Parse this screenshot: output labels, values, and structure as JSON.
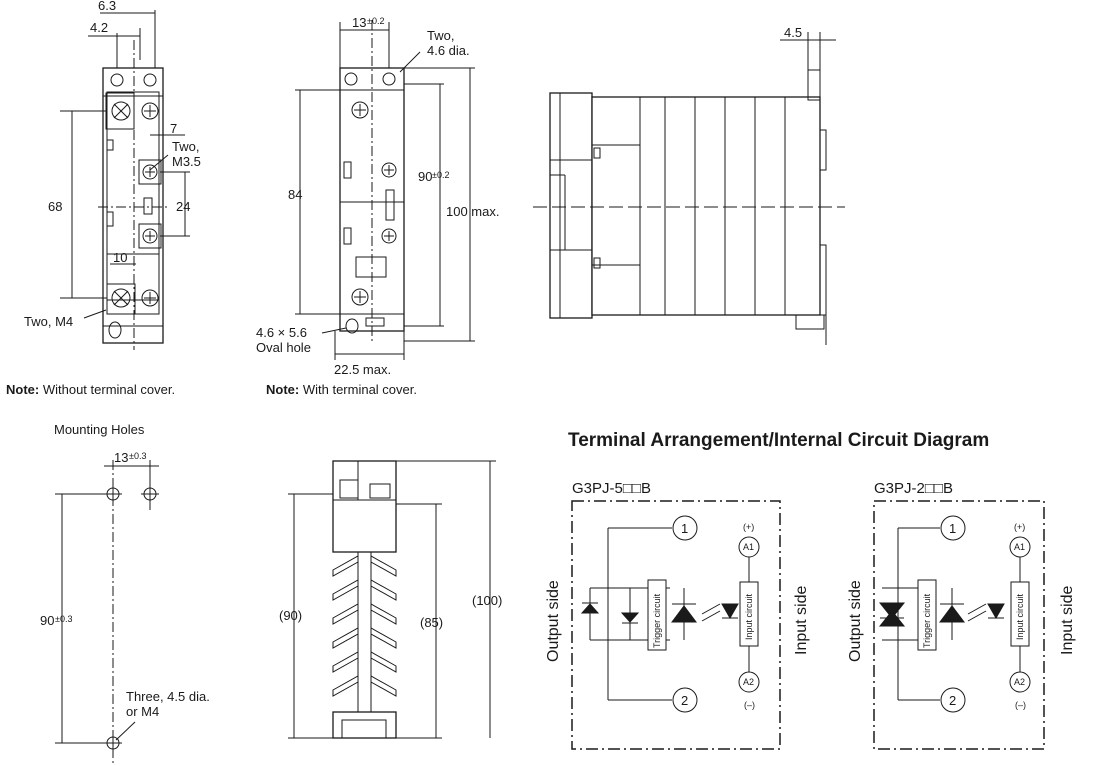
{
  "dims": {
    "d6_3": "6.3",
    "d4_2": "4.2",
    "d7": "7",
    "two_m35_a": "Two,",
    "two_m35_b": "M3.5",
    "d68": "68",
    "d24": "24",
    "d10": "10",
    "two_m4": "Two, M4",
    "d13": "13",
    "tol_02": "±0.2",
    "two_dia_a": "Two,",
    "two_dia_b": "4.6 dia.",
    "d84": "84",
    "d90": "90",
    "d100max": "100 max.",
    "oval_a": "4.6 × 5.6",
    "oval_b": "Oval hole",
    "d22_5max": "22.5 max.",
    "d4_5": "4.5",
    "mh_title": "Mounting Holes",
    "tol_03": "±0.3",
    "three_a": "Three, 4.5 dia.",
    "three_b": "or M4",
    "p90": "(90)",
    "p85": "(85)",
    "p100": "(100)"
  },
  "notes": {
    "bold": "Note:",
    "without": "Without terminal cover.",
    "with": "With terminal cover."
  },
  "circuit": {
    "title": "Terminal Arrangement/Internal Circuit Diagram",
    "left_model": "G3PJ-5□□B",
    "right_model": "G3PJ-2□□B",
    "output_side": "Output side",
    "input_side": "Input side",
    "t1": "1",
    "t2": "2",
    "a1": "A1",
    "a2": "A2",
    "plus": "(+)",
    "minus": "(–)",
    "trigger": "Trigger circuit",
    "input_circuit": "Input circuit"
  }
}
